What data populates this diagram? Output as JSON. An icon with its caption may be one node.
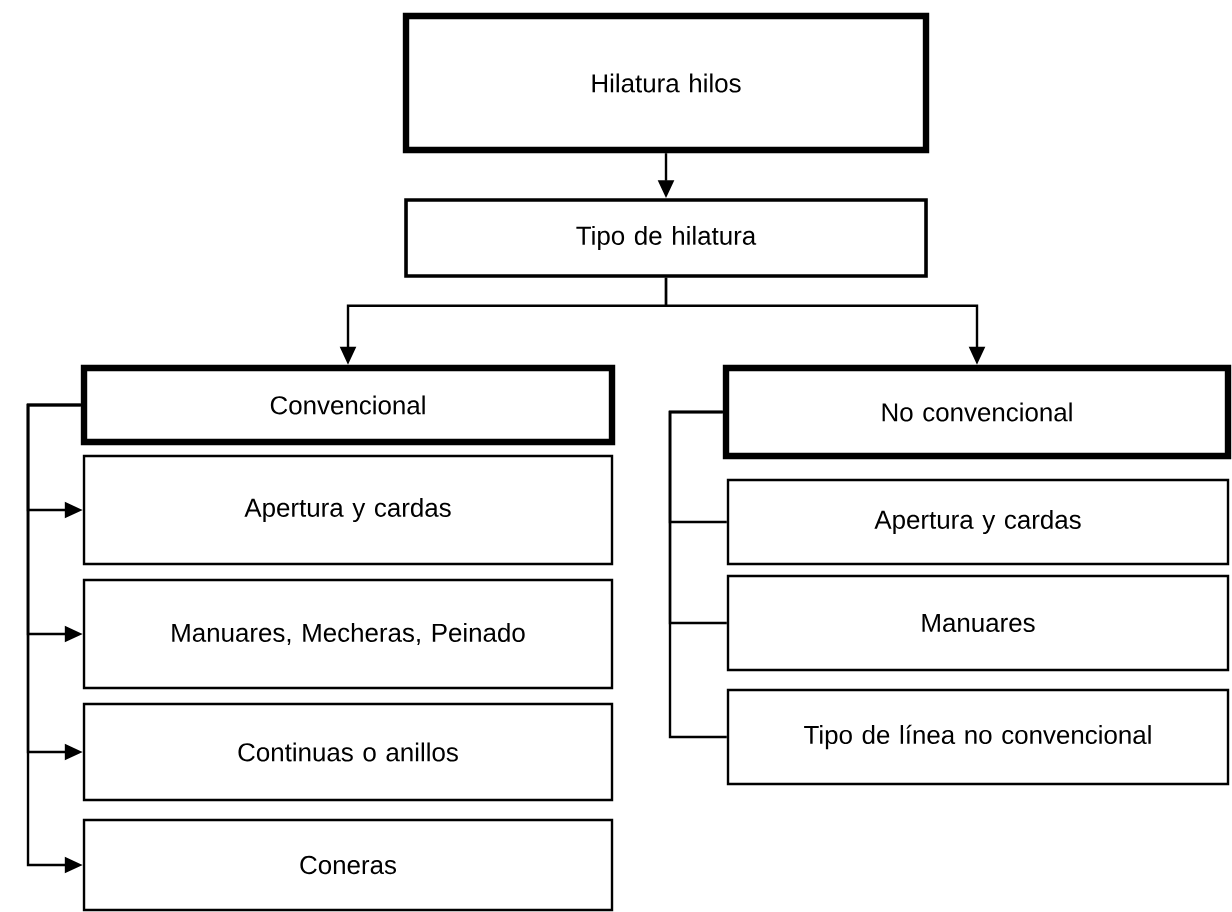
{
  "diagram": {
    "nodes": [
      {
        "text": [
          "Hilatura hilos"
        ]
      },
      {
        "text": [
          "Tipo de hilatura"
        ]
      },
      {
        "text": [
          "Convencional"
        ]
      },
      {
        "text": [
          "Apertura y cardas"
        ]
      },
      {
        "text": [
          "Manuares, Mecheras, Peinado"
        ]
      },
      {
        "text": [
          "Continuas o anillos"
        ]
      },
      {
        "text": [
          "Coneras"
        ]
      },
      {
        "text": [
          "No convencional"
        ]
      },
      {
        "text": [
          "Apertura y cardas"
        ]
      },
      {
        "text": [
          "Manuares"
        ]
      },
      {
        "text": [
          "Tipo de línea no convencional"
        ]
      }
    ],
    "edges": [
      {
        "from": 0,
        "to": 1,
        "arrow": "to"
      },
      {
        "from": 1,
        "to": 2,
        "arrow": "to"
      },
      {
        "from": 1,
        "to": 7,
        "arrow": "to"
      },
      {
        "from": 2,
        "to": 3,
        "arrow": "to"
      },
      {
        "from": 2,
        "to": 4,
        "arrow": "to"
      },
      {
        "from": 2,
        "to": 5,
        "arrow": "to"
      },
      {
        "from": 2,
        "to": 6,
        "arrow": "to"
      },
      {
        "from": 7,
        "to": 8,
        "arrow": "none"
      },
      {
        "from": 7,
        "to": 9,
        "arrow": "none"
      },
      {
        "from": 7,
        "to": 10,
        "arrow": "none"
      }
    ]
  }
}
